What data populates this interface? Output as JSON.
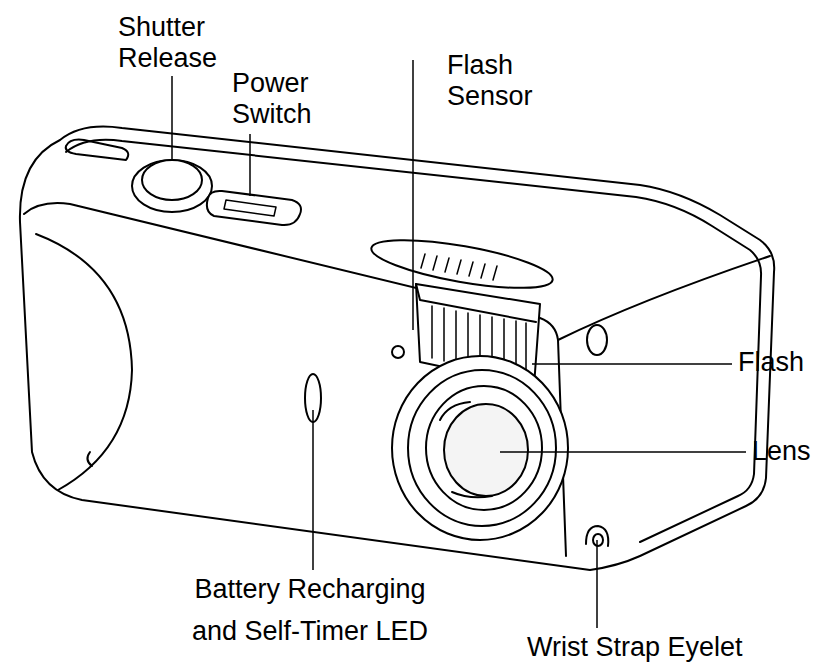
{
  "diagram": {
    "labels": [
      "Shutter Release",
      "Power Switch",
      "Flash Sensor",
      "Flash",
      "Lens",
      "Battery Recharging and Self-Timer LED",
      "Wrist Strap Eyelet"
    ]
  }
}
